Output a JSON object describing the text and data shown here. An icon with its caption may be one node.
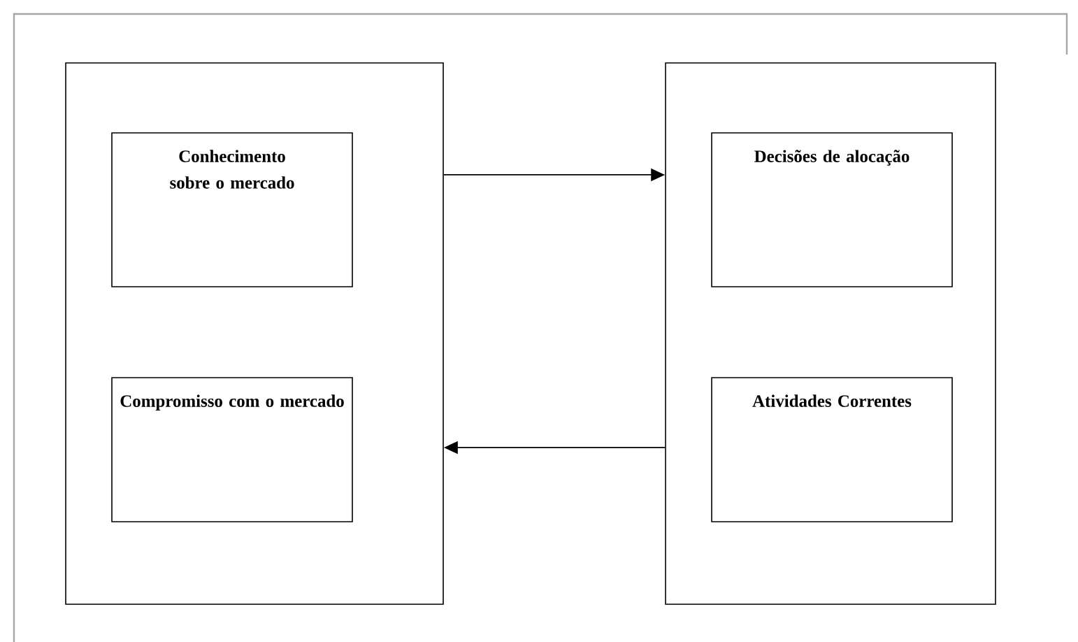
{
  "diagram": {
    "nodes": [
      {
        "text": [],
        "shape": "box"
      },
      {
        "text": [
          "Conhecimento sobre o mercado"
        ],
        "in": 0
      },
      {
        "text": [
          "Compromisso com o mercado"
        ],
        "in": 0
      },
      {
        "text": [],
        "shape": "box"
      },
      {
        "text": [
          "Decisões de alocação"
        ],
        "in": 3
      },
      {
        "text": [
          "Atividades Correntes"
        ],
        "in": 3
      }
    ],
    "edges": [
      {
        "from": 0,
        "to": 3,
        "arrow": "to"
      },
      {
        "from": 3,
        "to": 0,
        "arrow": "to"
      }
    ]
  }
}
